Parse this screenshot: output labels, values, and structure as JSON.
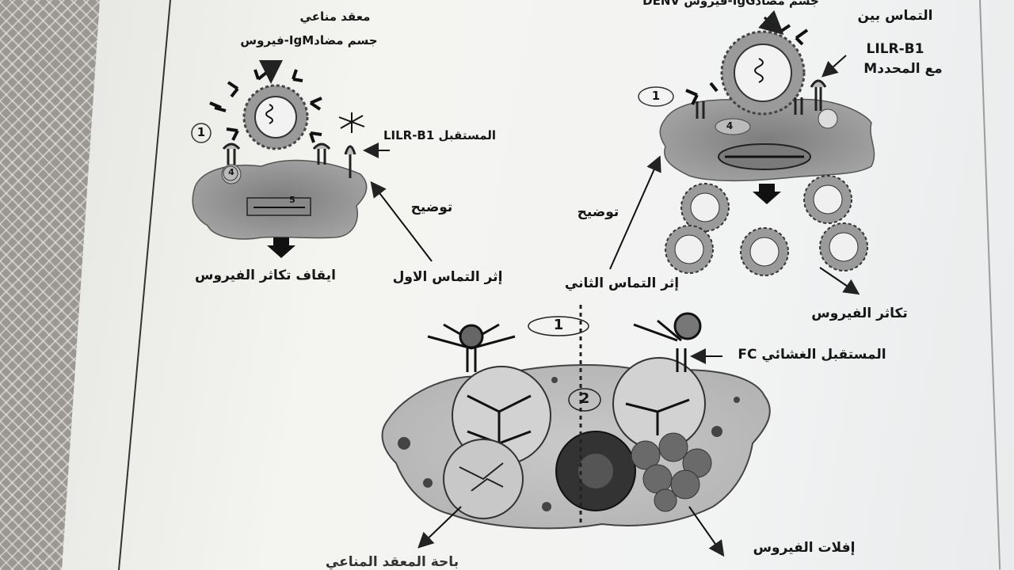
{
  "labels": {
    "immune_complex_line1": "معقد مناعي",
    "immune_complex_line2": "جسم مضادIgM-فيروس",
    "receptor": "المستقبل LILR-B1",
    "explanation_left": "توضيح",
    "first_contact_effect": "إثر التماس الاول",
    "stop_replication": "ايقاف تكاثر الفيروس",
    "top_right_complex": "جسم مضادIgG-فيروس DENV",
    "contact_between": "التماس بين",
    "lilr_b1": "LILR-B1",
    "with_determinant": "مع المحددM",
    "explanation_right": "توضيح",
    "second_contact_effect": "إثر التماس الثاني",
    "virus_replication": "تكاثر الفيروس",
    "membrane_receptor": "المستقبل الغشائي FC",
    "virus_escape": "إفلات الفيروس",
    "bottom_partial": "باحة المعقد المناعي"
  },
  "markers": {
    "m1_left": "1",
    "m4_left": "4",
    "m5_left": "5",
    "m1_right": "1",
    "m4_right": "4",
    "m1_bottom": "1",
    "m2_bottom": "2"
  }
}
